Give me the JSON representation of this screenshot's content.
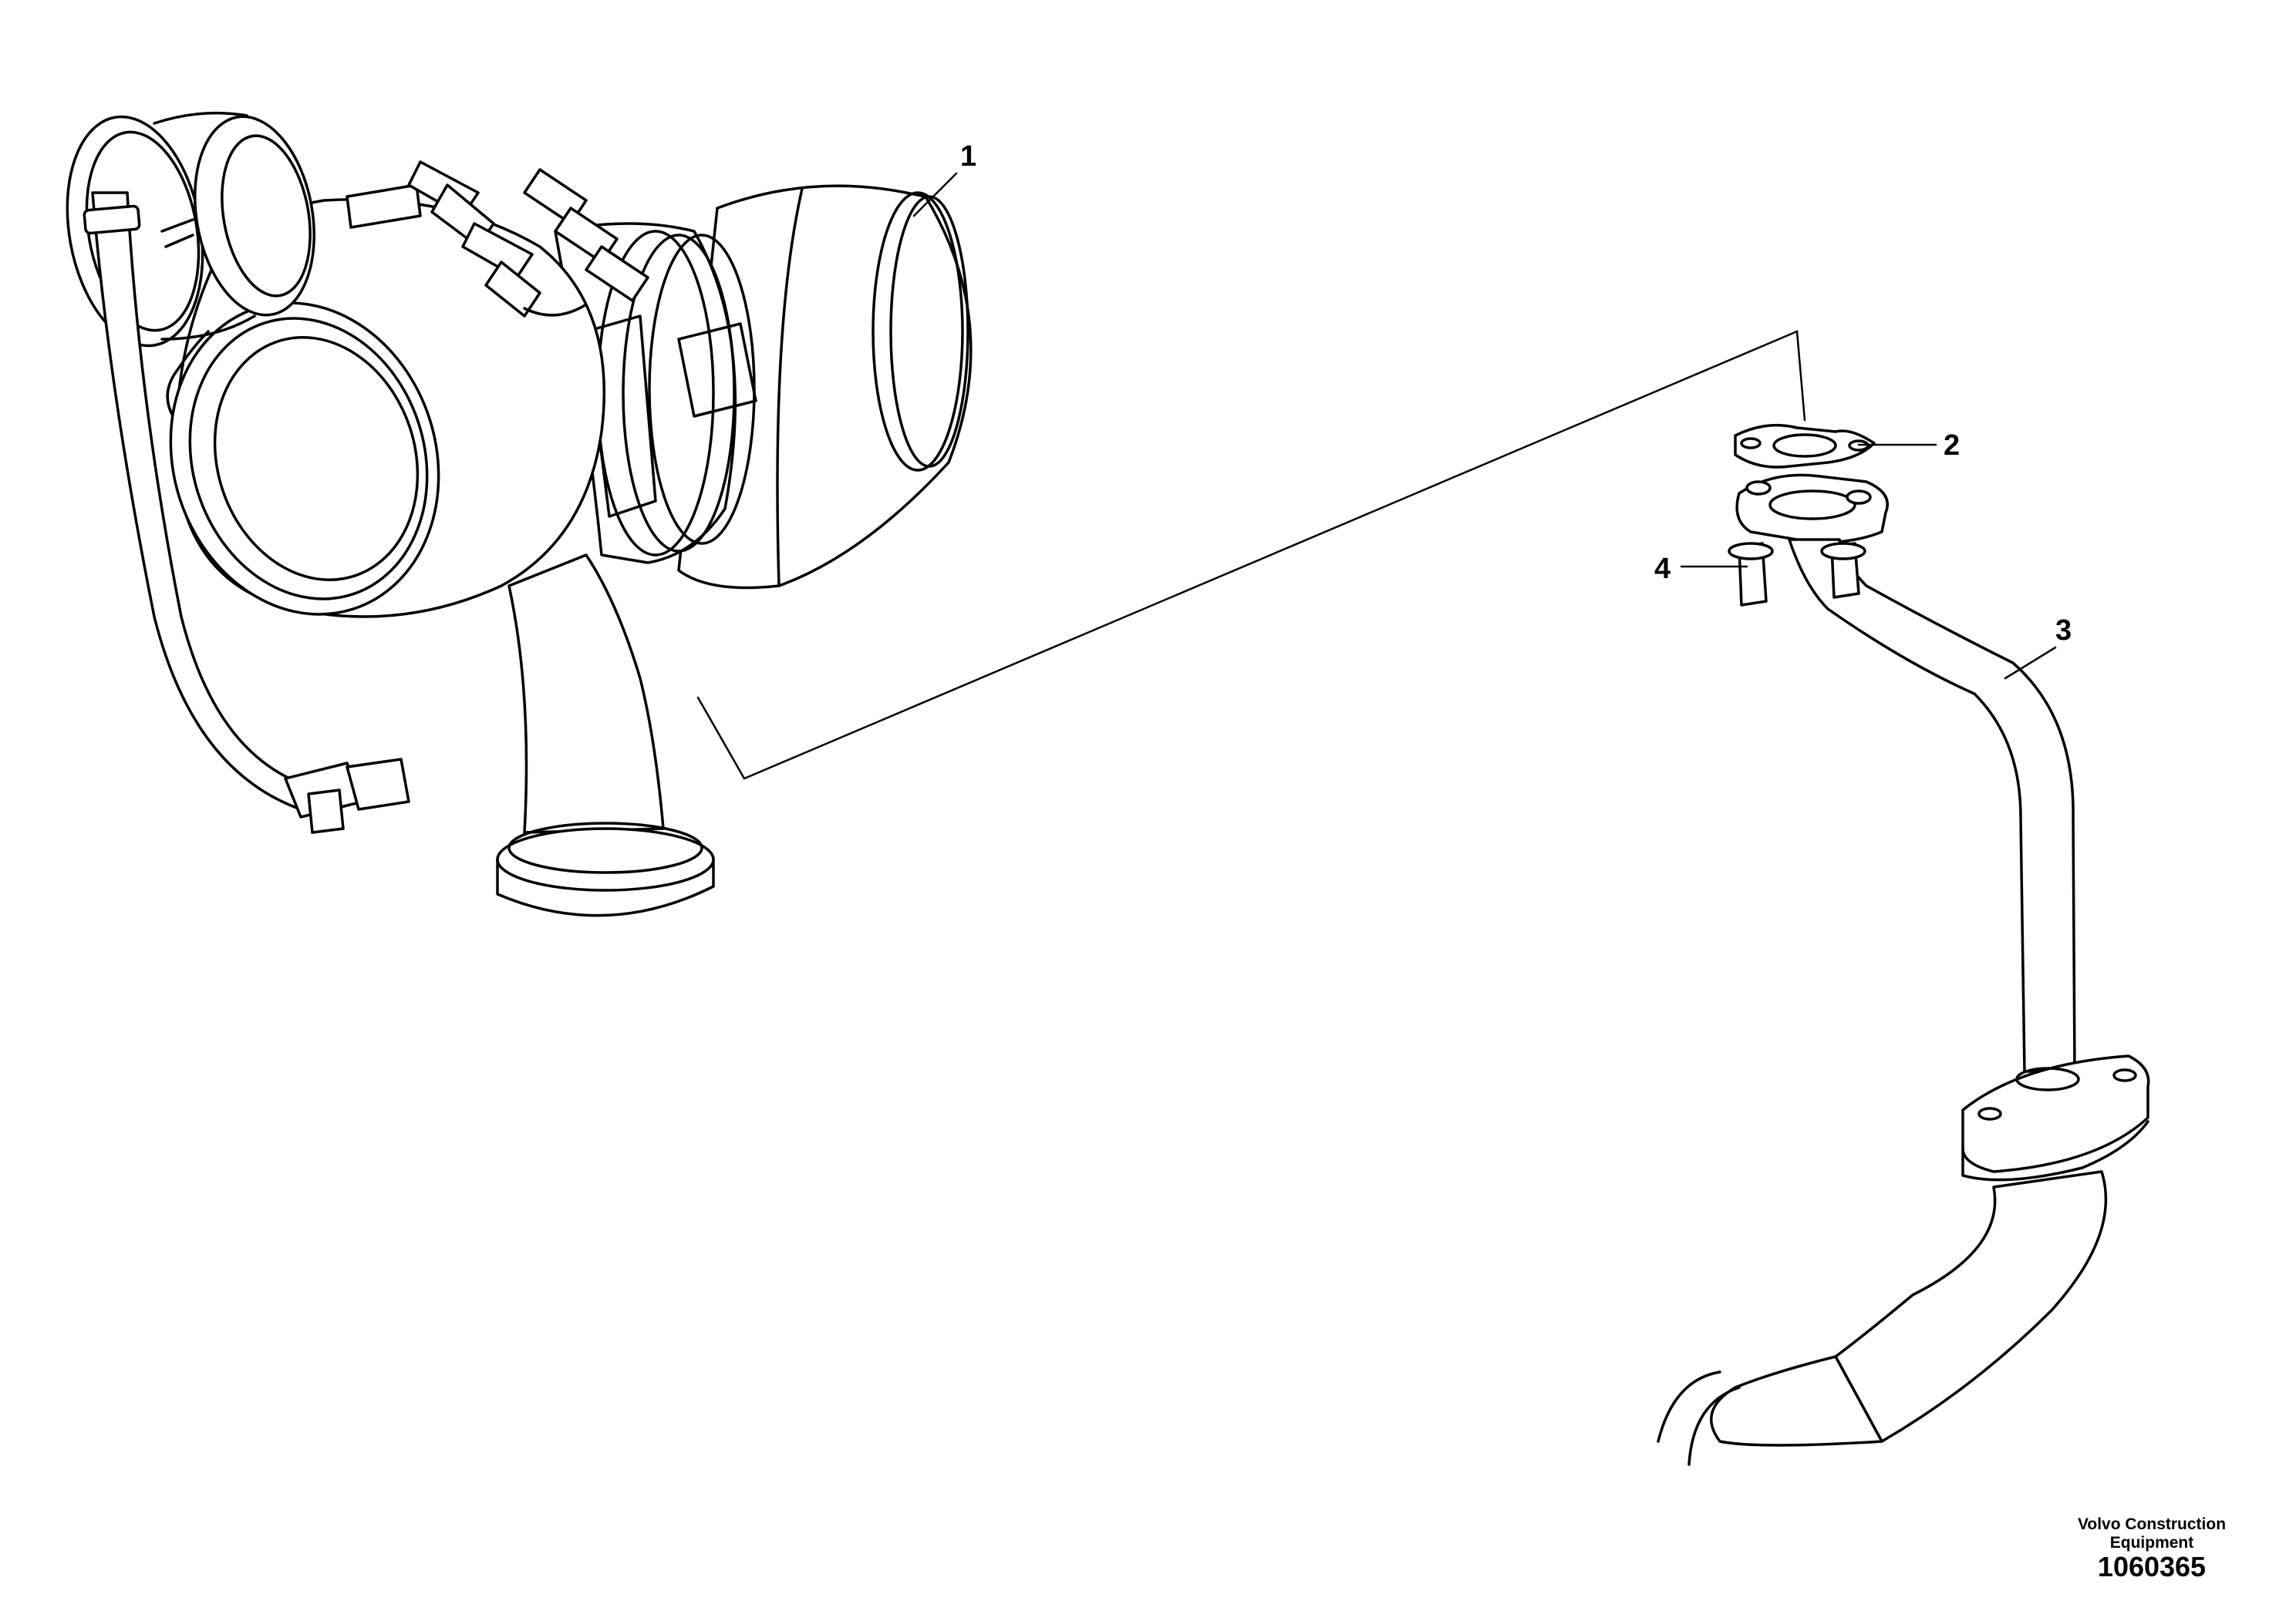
{
  "callouts": [
    {
      "number": "1",
      "part": "turbocharger"
    },
    {
      "number": "2",
      "part": "gasket"
    },
    {
      "number": "3",
      "part": "oil-return-pipe"
    },
    {
      "number": "4",
      "part": "flange-bolt"
    }
  ],
  "footer": {
    "company": "Volvo Construction Equipment",
    "document_number": "1060365"
  }
}
